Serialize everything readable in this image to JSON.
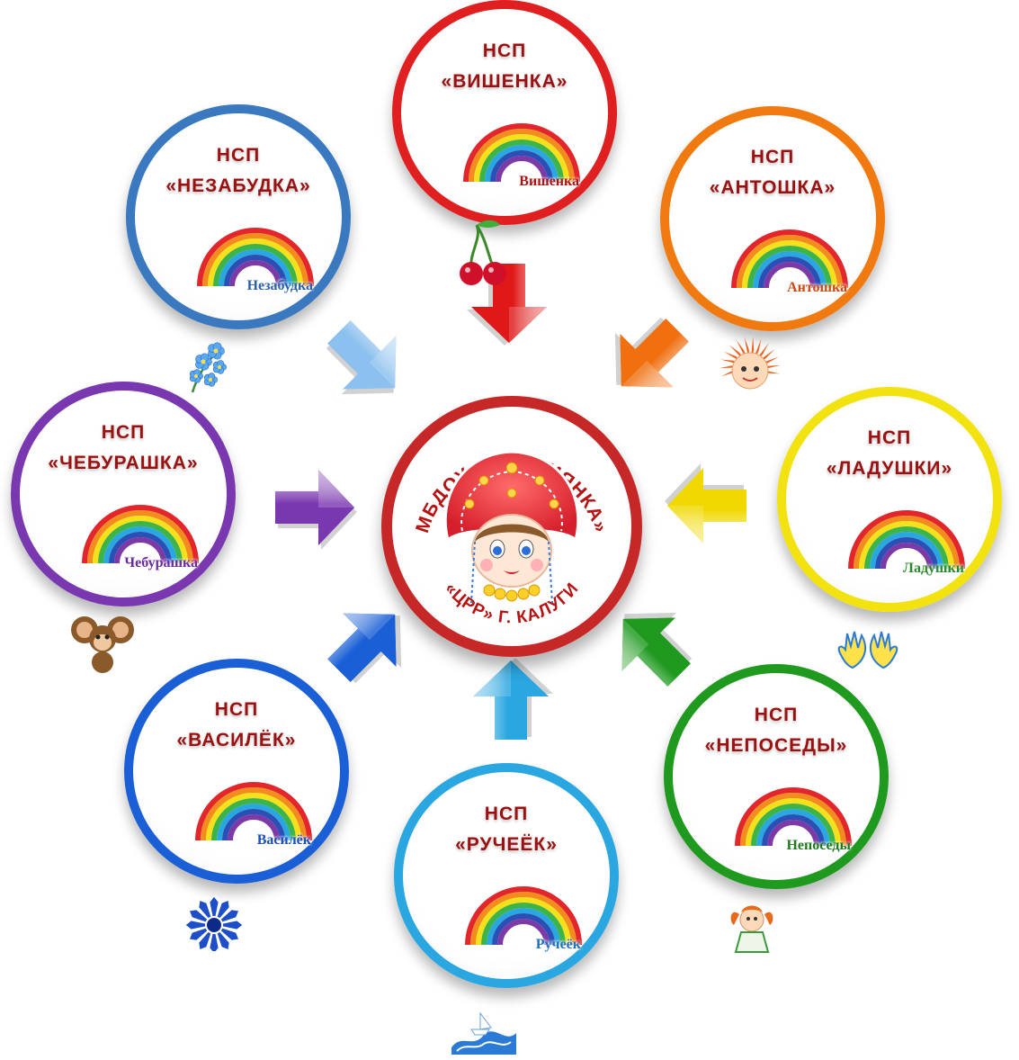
{
  "center": {
    "title_top": "МБДОУ «РОССИЯНКА»",
    "title_bottom": "«ЦРР» Г. КАЛУГИ",
    "border_color": "#c62828",
    "icon": "matryoshka-icon"
  },
  "nodes": [
    {
      "id": "vishenka",
      "line1": "НСП",
      "line2": "«ВИШЕНКА»",
      "caption": "Вишенка",
      "color": "#e02020",
      "caption_color": "#b01010",
      "icon": "cherry-icon"
    },
    {
      "id": "antoshka",
      "line1": "НСП",
      "line2": "«АНТОШКА»",
      "caption": "Антошка",
      "color": "#f07a10",
      "caption_color": "#d04a10",
      "icon": "antoshka-face-icon"
    },
    {
      "id": "ladushki",
      "line1": "НСП",
      "line2": "«ЛАДУШКИ»",
      "caption": "Ладушки",
      "color": "#f2e210",
      "caption_color": "#2a8a2a",
      "icon": "palms-icon"
    },
    {
      "id": "neposedy",
      "line1": "НСП",
      "line2": "«НЕПОСЕДЫ»",
      "caption": "Непоседы",
      "color": "#1f9a1f",
      "caption_color": "#1f7a1f",
      "icon": "girl-icon"
    },
    {
      "id": "ruchyok",
      "line1": "НСП",
      "line2": "«РУЧЕЁК»",
      "caption": "Ручеёк",
      "color": "#2aa6e0",
      "caption_color": "#1e6fc0",
      "icon": "wave-boat-icon"
    },
    {
      "id": "vasilyok",
      "line1": "НСП",
      "line2": "«ВАСИЛЁК»",
      "caption": "Василёк",
      "color": "#1a5fd6",
      "caption_color": "#1a4fc0",
      "icon": "cornflower-icon"
    },
    {
      "id": "cheburashka",
      "line1": "НСП",
      "line2": "«ЧЕБУРАШКА»",
      "caption": "Чебурашка",
      "color": "#7a38b0",
      "caption_color": "#6a2aa0",
      "icon": "cheburashka-icon"
    },
    {
      "id": "nezabudka",
      "line1": "НСП",
      "line2": "«НЕЗАБУДКА»",
      "caption": "Незабудка",
      "color": "#3a78c0",
      "caption_color": "#2a60b0",
      "icon": "forget-me-not-icon"
    }
  ],
  "arrow_colors": [
    "#e01818",
    "#f07010",
    "#f0d800",
    "#1f9a1f",
    "#2aa6e0",
    "#1a5fd6",
    "#7a38b0",
    "#8cc0ee"
  ],
  "rainbow_colors": [
    "#e3262b",
    "#f28c1e",
    "#f5e11b",
    "#3cb44a",
    "#2aa6e0",
    "#2b4fb5",
    "#7b3aa6"
  ]
}
